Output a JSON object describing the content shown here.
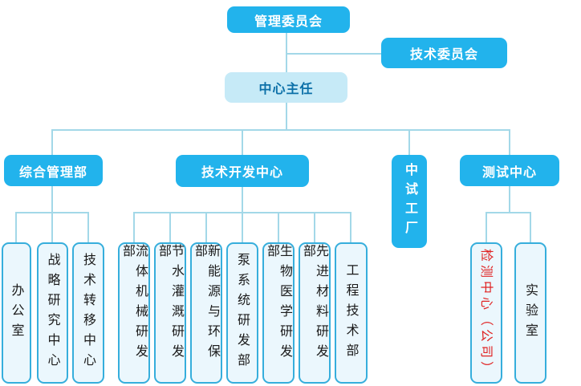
{
  "chart": {
    "type": "org-chart",
    "root": {
      "label": "管理委员会"
    },
    "advisory": {
      "label": "技术委员会"
    },
    "director": {
      "label": "中心主任"
    },
    "branches": [
      {
        "label": "综合管理部"
      },
      {
        "label": "技术开发中心"
      },
      {
        "label": "中试工厂"
      },
      {
        "label": "测试中心"
      }
    ],
    "leaves": [
      {
        "label": "办公室"
      },
      {
        "label": "战略研究中心"
      },
      {
        "label": "技术转移中心"
      },
      {
        "label": "流体机械研发部"
      },
      {
        "label": "节水灌溉研发部"
      },
      {
        "label": "新能源与环保部"
      },
      {
        "label": "泵系统研发部"
      },
      {
        "label": "生物医学研发部"
      },
      {
        "label": "先进材料研发部"
      },
      {
        "label": "工程技术部"
      },
      {
        "label": "检测中心（公司）",
        "highlight": "red"
      },
      {
        "label": "实验室"
      }
    ],
    "colors": {
      "node_blue": "#22b3ec",
      "node_light_bg": "#c6eaf7",
      "node_light_text": "#0c70a8",
      "leaf_bg": "#ebf7fd",
      "leaf_border": "#36aedc",
      "connector": "#a3d8e8",
      "highlight_text": "#e02222"
    }
  }
}
